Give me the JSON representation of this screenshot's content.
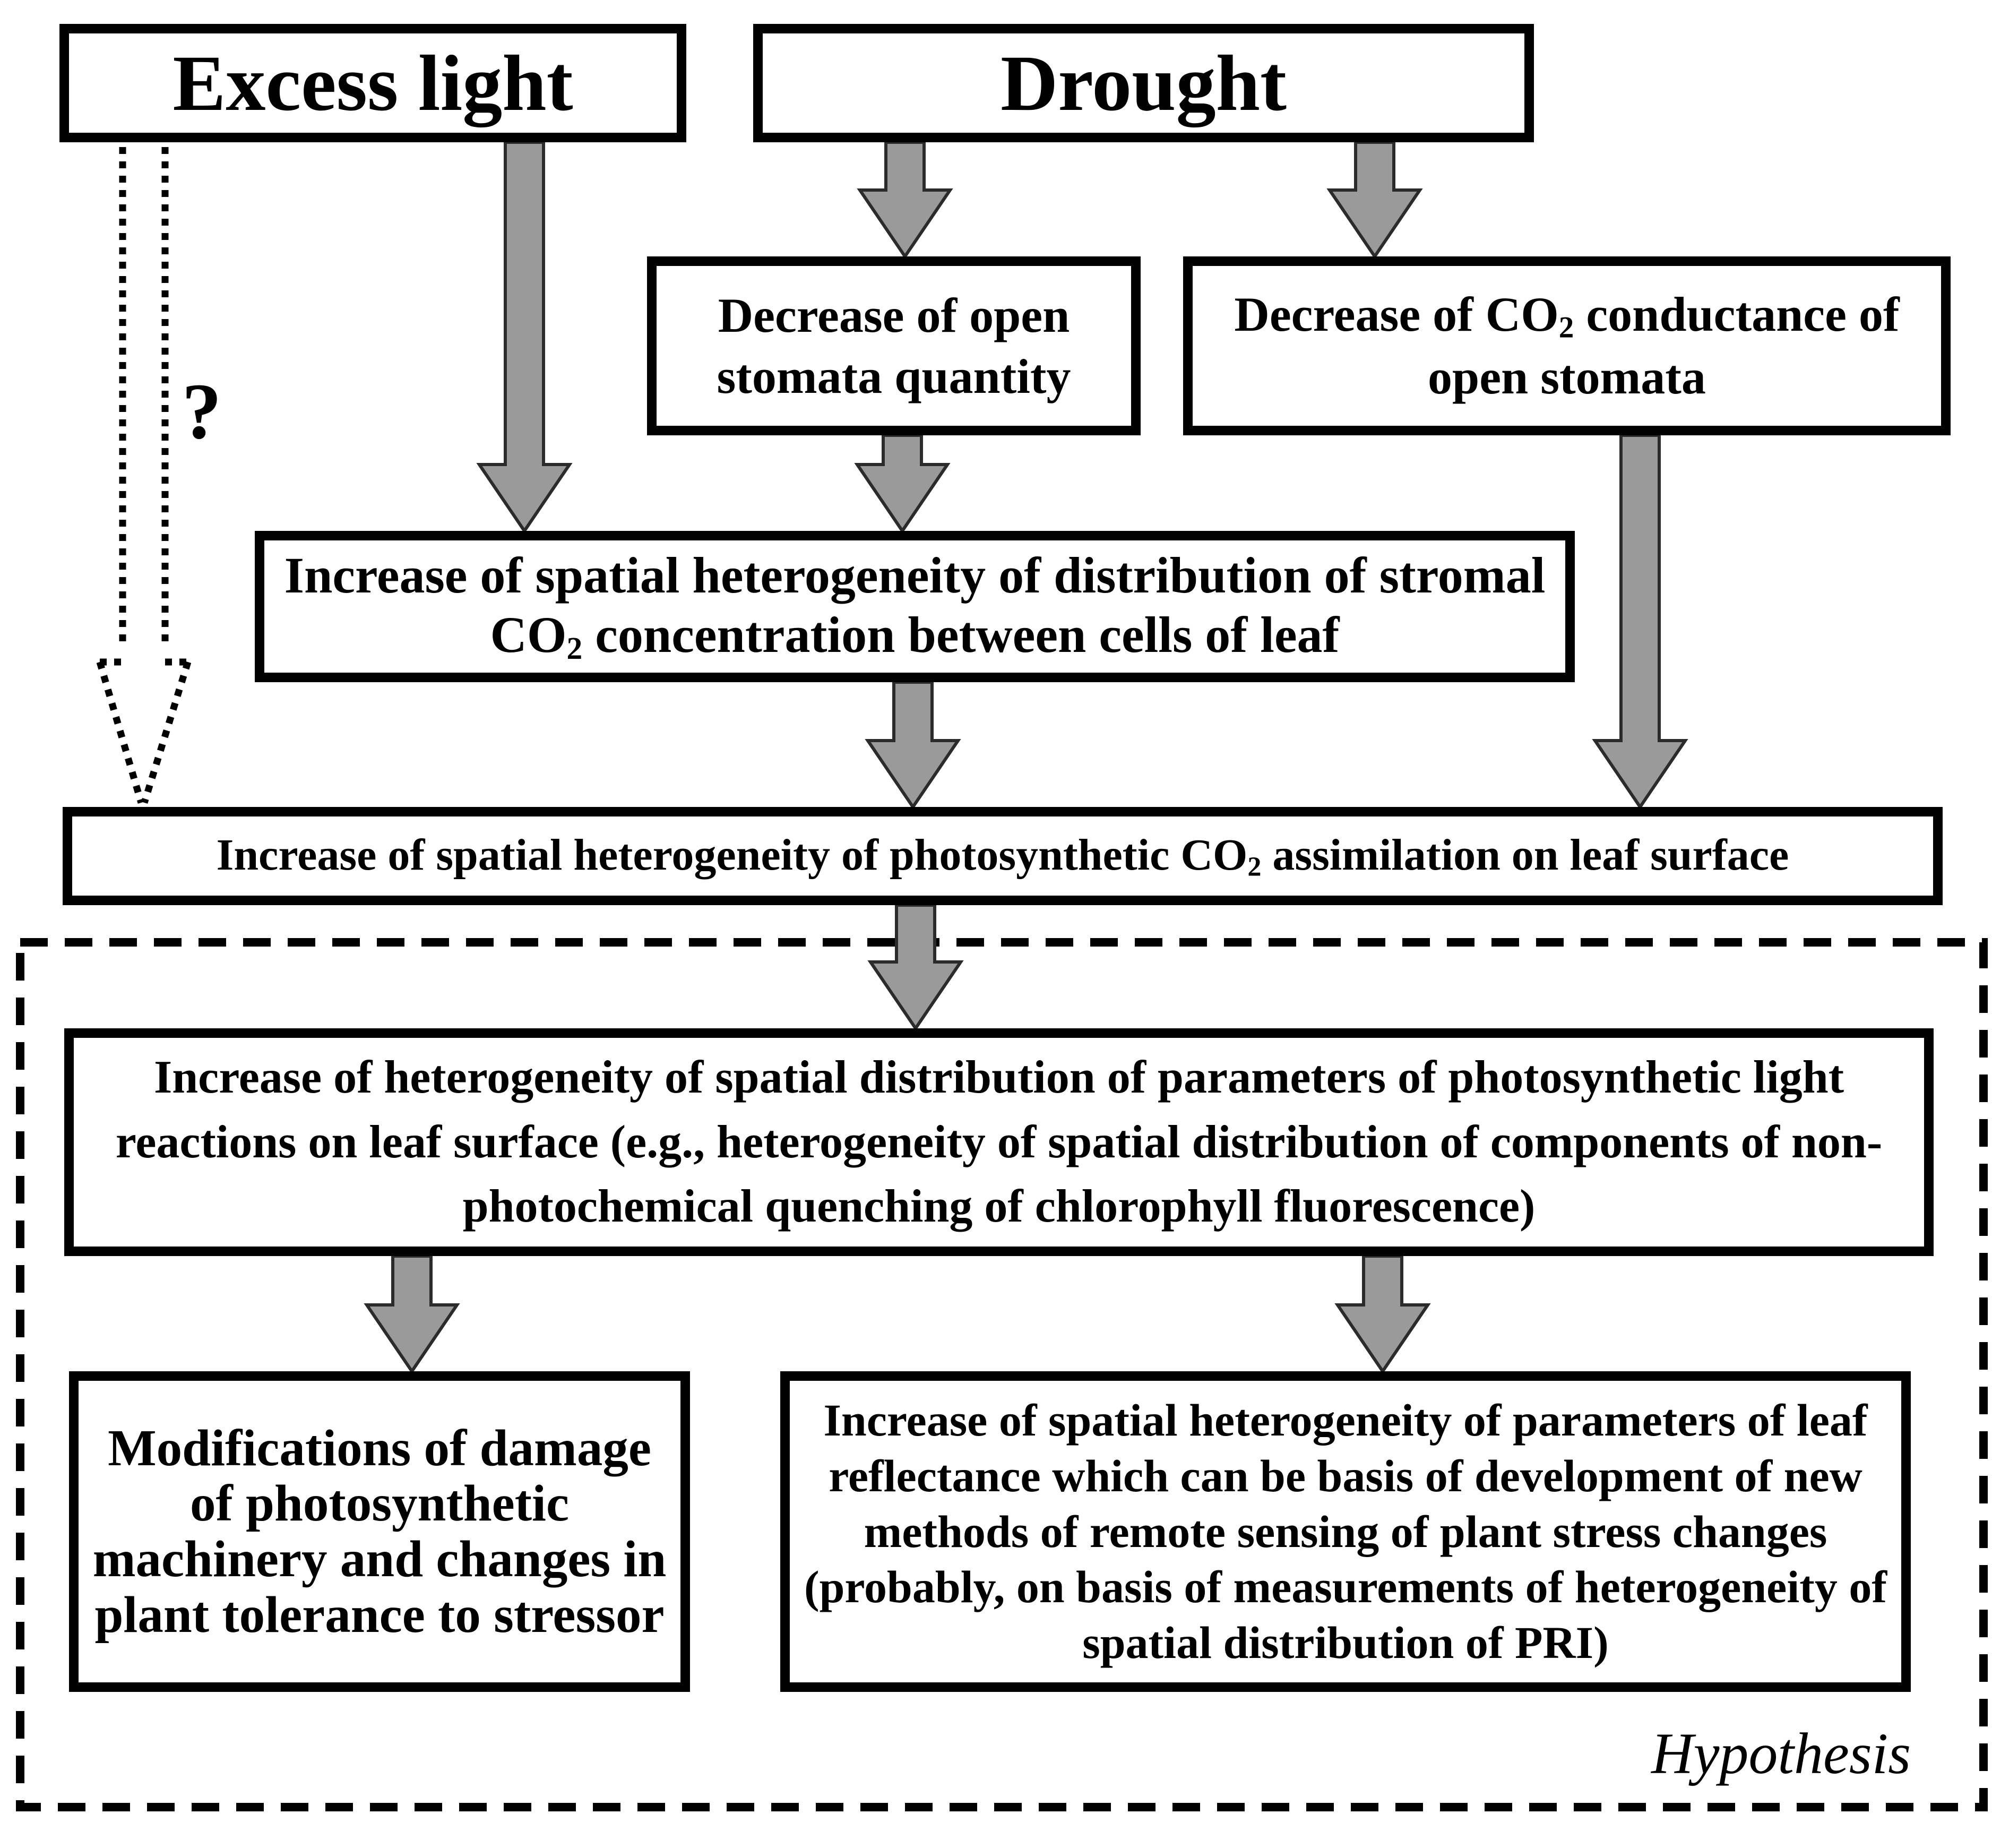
{
  "diagram": {
    "background": "#ffffff",
    "colors": {
      "arrow_fill": "#9a9a9a",
      "arrow_outline": "#2b2b2b",
      "line_color": "#000000"
    },
    "boxes": {
      "excess_light": {
        "label": "Excess light"
      },
      "drought": {
        "label": "Drought"
      },
      "stomata_quantity": {
        "label": "Decrease of open stomata quantity"
      },
      "co2_conductance": {
        "pre": "Decrease of CO",
        "sub": "2",
        "post": " conductance of open stomata"
      },
      "stromal_co2": {
        "pre": "Increase of spatial heterogeneity of distribution of stromal CO",
        "sub": "2",
        "post": " concentration between cells of leaf"
      },
      "co2_assimilation": {
        "pre": "Increase of spatial heterogeneity of photosynthetic CO",
        "sub": "2",
        "post": " assimilation on leaf surface"
      },
      "light_reactions": {
        "label": "Increase of heterogeneity of spatial distribution of parameters of photosynthetic light reactions on leaf surface (e.g., heterogeneity of spatial distribution of components of non-photochemical quenching of chlorophyll fluorescence)"
      },
      "damage_tolerance": {
        "label": "Modifications of damage of photosynthetic machinery and changes in plant tolerance to stressor"
      },
      "leaf_reflectance": {
        "label": "Increase of spatial heterogeneity of parameters of leaf reflectance which can be basis of development of new methods of remote sensing of plant stress changes (probably, on basis of measurements of heterogeneity of spatial distribution of PRI)"
      }
    },
    "annotations": {
      "question_mark": "?",
      "hypothesis": "Hypothesis"
    }
  }
}
